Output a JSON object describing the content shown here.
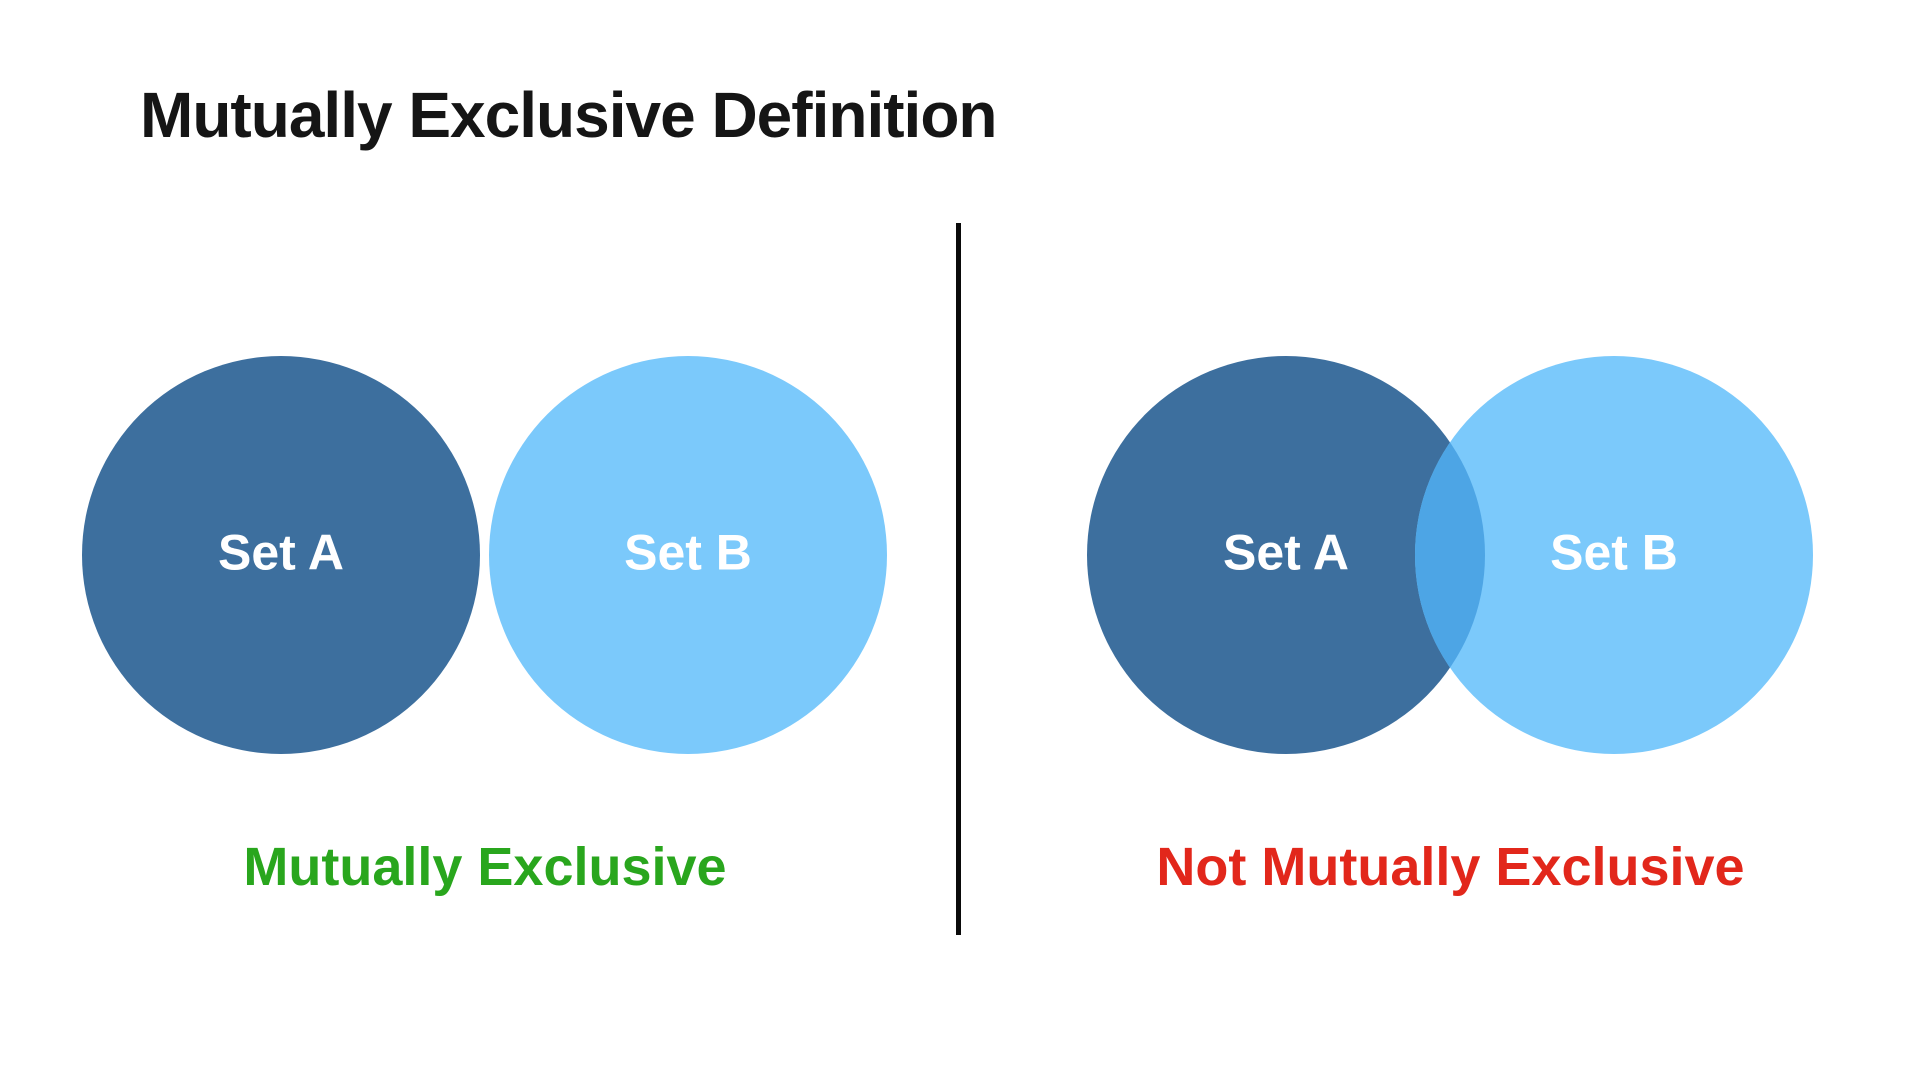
{
  "title": "Mutually Exclusive Definition",
  "colors": {
    "title_text": "#151515",
    "set_a_circle": "#3D6F9E",
    "set_b_circle": "#7BC9FB",
    "overlap_region": "#4DA5E5",
    "divider": "#0A0A0A",
    "circle_label_text": "#FFFFFF",
    "exclusive_caption": "#29A61D",
    "not_exclusive_caption": "#E2271B"
  },
  "left_diagram": {
    "set_a_label": "Set A",
    "set_b_label": "Set B",
    "caption": "Mutually Exclusive"
  },
  "right_diagram": {
    "set_a_label": "Set A",
    "set_b_label": "Set B",
    "caption": "Not Mutually Exclusive"
  }
}
